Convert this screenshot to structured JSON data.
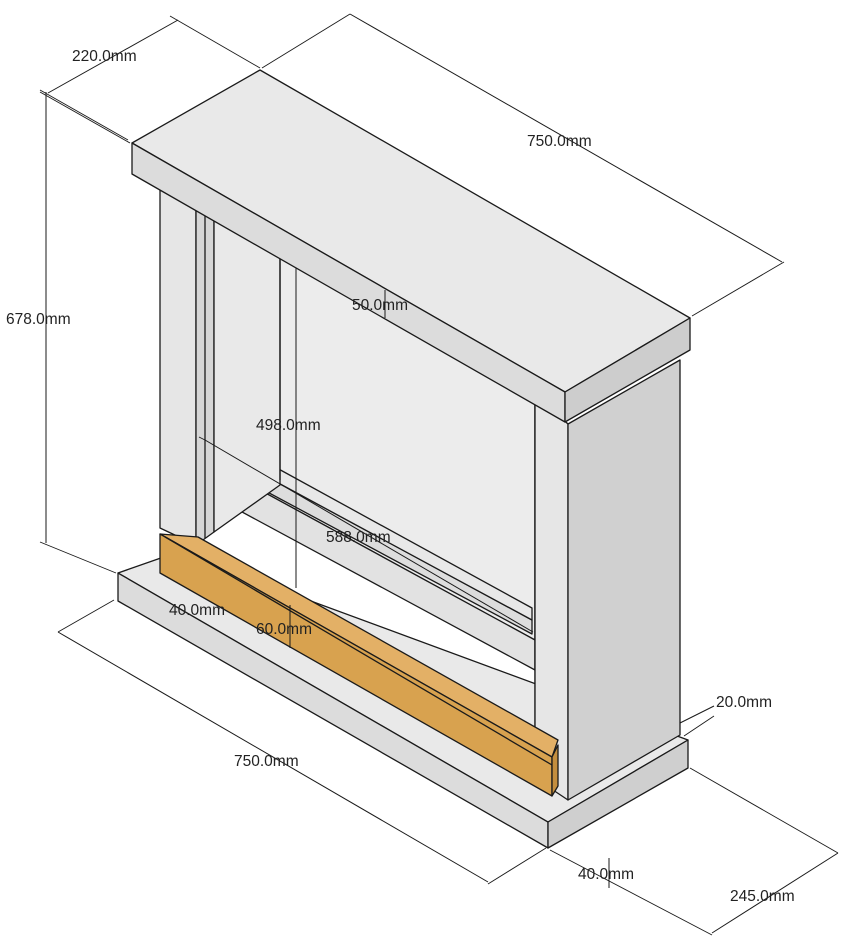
{
  "colors": {
    "frame_light": "#e9e9e9",
    "frame_mid": "#dddddd",
    "frame_dark": "#cfcfcf",
    "wood_front": "#d8a24f",
    "wood_top": "#e3b066",
    "wood_end": "#c48e3e",
    "line": "#1a1a1a",
    "text": "#222222"
  },
  "dimensions": {
    "top_depth": "220.0mm",
    "top_width": "750.0mm",
    "total_height": "678.0mm",
    "mantel_thickness": "50.0mm",
    "opening_height": "498.0mm",
    "opening_width": "588.0mm",
    "hearth_inset": "40.0mm",
    "wood_height": "60.0mm",
    "base_width": "750.0mm",
    "base_overhang": "20.0mm",
    "base_height": "40.0mm",
    "base_depth": "245.0mm"
  }
}
